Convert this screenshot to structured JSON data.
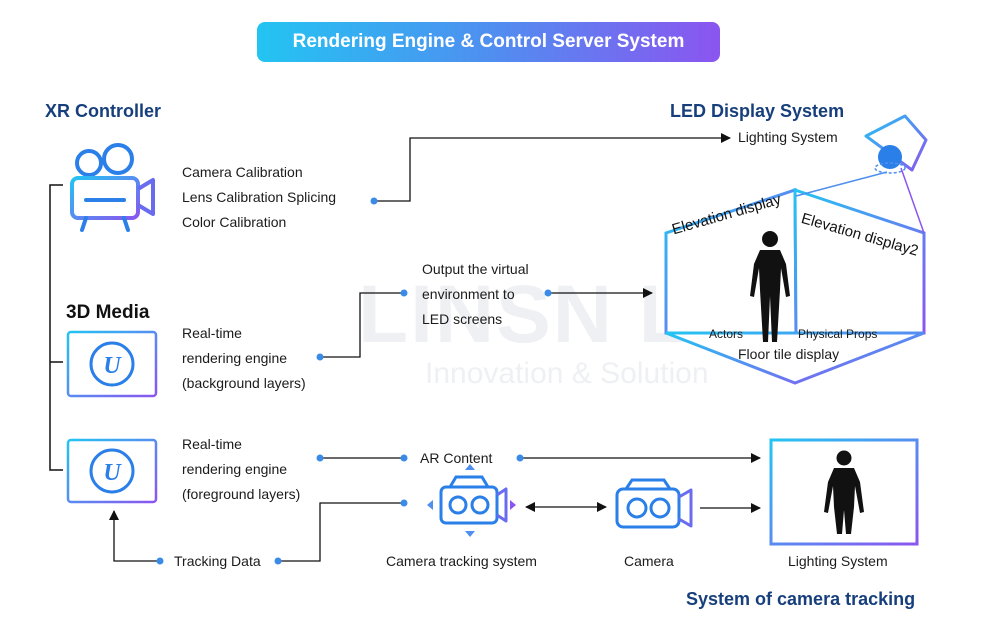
{
  "title": "Rendering Engine & Control Server System",
  "watermark": {
    "brand": "LINSN LED",
    "tagline": "Innovation & Solution"
  },
  "sections": {
    "xr_controller": "XR Controller",
    "led_display_system": "LED Display  System",
    "media_3d": "3D Media",
    "camera_tracking": "System of camera tracking"
  },
  "calibration": {
    "camera": "Camera Calibration",
    "lens": "Lens Calibration Splicing",
    "color": "Color Calibration"
  },
  "lighting_top": "Lighting System",
  "bg_engine": {
    "line1": "Real-time",
    "line2": "rendering engine",
    "line3": "(background layers)"
  },
  "fg_engine": {
    "line1": "Real-time",
    "line2": "rendering engine",
    "line3": "(foreground layers)"
  },
  "output": {
    "line1": "Output the virtual",
    "line2": "environment to",
    "line3": "LED screens"
  },
  "stage": {
    "elevation_left": "Elevation display",
    "elevation_right": "Elevation display2",
    "actors": "Actors",
    "props": "Physical Props",
    "floor": "Floor tile display"
  },
  "ar_content": "AR Content",
  "tracking_data": "Tracking Data",
  "camera_tracking_system": "Camera tracking system",
  "camera": "Camera",
  "lighting_bottom": "Lighting System",
  "colors": {
    "cyan": "#23c4f2",
    "violet": "#8b55f0",
    "navy": "#173f7c",
    "dot": "#3a8be8"
  }
}
